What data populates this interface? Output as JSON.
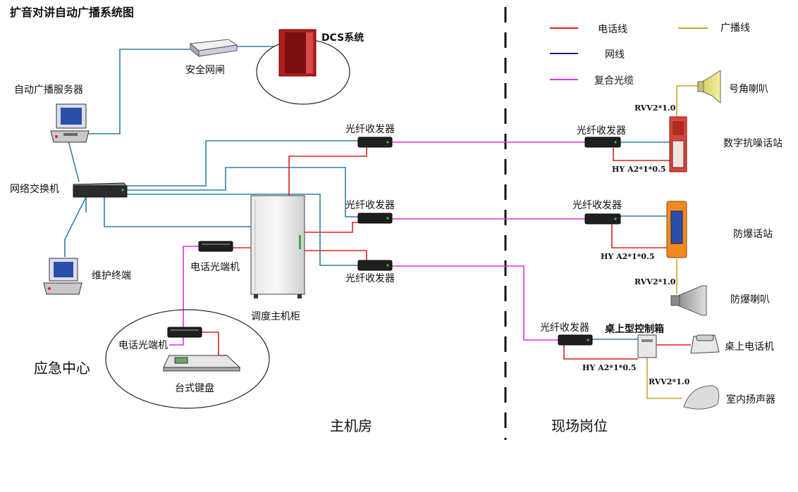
{
  "title": "扩音对讲自动广播系统图",
  "legend": {
    "phone_line": "电话线",
    "broadcast_line": "广播线",
    "network_line": "网线",
    "composite_fiber": "复合光缆"
  },
  "colors": {
    "phone_line": "#e0201c",
    "broadcast_line": "#c8a632",
    "network_line": "#2f7fa8",
    "network_legend": "#1a1f7a",
    "composite_fiber": "#e030e0"
  },
  "zones": {
    "machine_room": "主机房",
    "field": "现场岗位",
    "emergency_center": "应急中心"
  },
  "devices": {
    "dcs": "DCS系统",
    "security_gateway": "安全网闸",
    "broadcast_server": "自动广播服务器",
    "network_switch": "网络交换机",
    "maintenance_terminal": "维护终端",
    "phone_optical_terminal_1": "电话光端机",
    "phone_optical_terminal_2": "电话光端机",
    "desk_keyboard": "台式键盘",
    "dispatch_cabinet": "调度主机柜",
    "fiber_transceiver_1": "光纤收发器",
    "fiber_transceiver_2": "光纤收发器",
    "fiber_transceiver_3": "光纤收发器",
    "fiber_transceiver_4": "光纤收发器",
    "fiber_transceiver_5": "光纤收发器",
    "fiber_transceiver_6": "光纤收发器",
    "horn_speaker": "号角喇叭",
    "digital_station": "数字抗噪话站",
    "explosion_proof_station": "防爆话站",
    "explosion_proof_horn": "防爆喇叭",
    "desktop_control_box": "桌上型控制箱",
    "desk_phone": "桌上电话机",
    "indoor_speaker": "室内扬声器"
  },
  "cable_labels": {
    "rvv_1": "RVV2*1.0",
    "hya_1": "HY A2*1*0.5",
    "hya_2": "HY A2*1*0.5",
    "rvv_2": "RVV2*1.0",
    "hya_3": "HY A2*1*0.5",
    "rvv_3": "RVV2*1.0"
  }
}
